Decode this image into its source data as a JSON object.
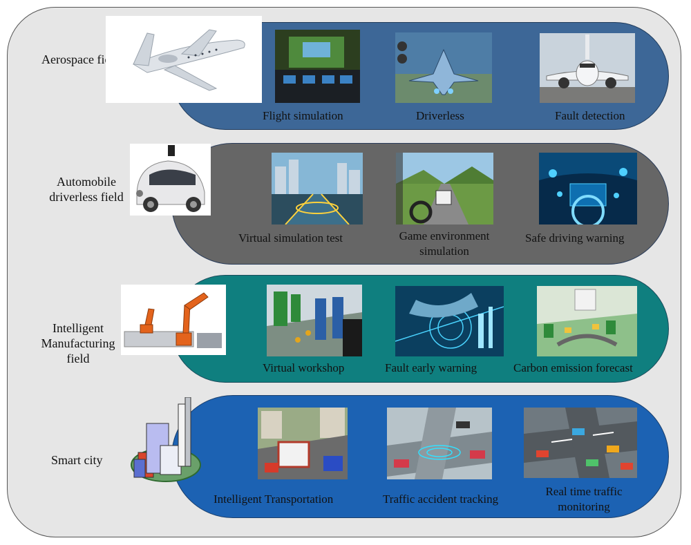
{
  "fields": [
    {
      "label": "Aerospace field",
      "items": [
        "Flight simulation",
        "Driverless",
        "Fault detection"
      ]
    },
    {
      "label": "Automobile driverless field",
      "label_lines": [
        "Automobile",
        "driverless field"
      ],
      "items": [
        "Virtual simulation test",
        "Game environment simulation",
        "Safe driving warning"
      ],
      "item_lines": [
        [
          "Virtual simulation test"
        ],
        [
          "Game environment",
          "simulation"
        ],
        [
          "Safe driving warning"
        ]
      ]
    },
    {
      "label": "Intelligent Manufacturing field",
      "label_lines": [
        "Intelligent",
        "Manufacturing",
        "field"
      ],
      "items": [
        "Virtual workshop",
        "Fault early warning",
        "Carbon emission forecast"
      ]
    },
    {
      "label": "Smart city",
      "items": [
        "Intelligent Transportation",
        "Traffic accident tracking",
        "Real time traffic monitoring"
      ],
      "item_lines": [
        [
          "Intelligent Transportation"
        ],
        [
          "Traffic accident tracking"
        ],
        [
          "Real time traffic",
          "monitoring"
        ]
      ]
    }
  ],
  "colors": {
    "aerospace_band": "#3d6797",
    "automobile_band": "#666666",
    "manufacturing_band": "#0f7f7f",
    "smart_city_band": "#1c62b3",
    "outer_background": "#e6e6e6"
  }
}
